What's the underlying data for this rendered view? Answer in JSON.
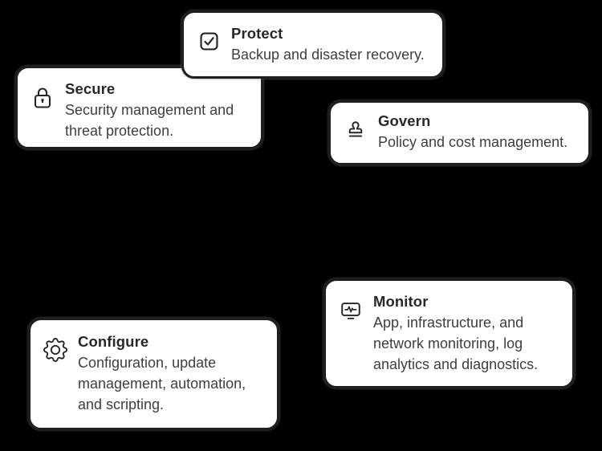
{
  "canvas": {
    "background_color": "#000000",
    "card_background": "#ffffff",
    "card_border_color": "#1e1e1e",
    "title_color": "#282828",
    "description_color": "#3e3e3e"
  },
  "cards": [
    {
      "title": "Protect",
      "description": "Backup and disaster recovery.",
      "icon": "checkbox-check-icon"
    },
    {
      "title": "Secure",
      "description": "Security management and\nthreat protection.",
      "icon": "padlock-icon"
    },
    {
      "title": "Govern",
      "description": "Policy and cost management.",
      "icon": "stamp-icon"
    },
    {
      "title": "Monitor",
      "description": "App, infrastructure, and\nnetwork monitoring, log\nanalytics and diagnostics.",
      "icon": "monitor-pulse-icon"
    },
    {
      "title": "Configure",
      "description": "Configuration, update\nmanagement, automation,\nand scripting.",
      "icon": "gear-icon"
    }
  ]
}
